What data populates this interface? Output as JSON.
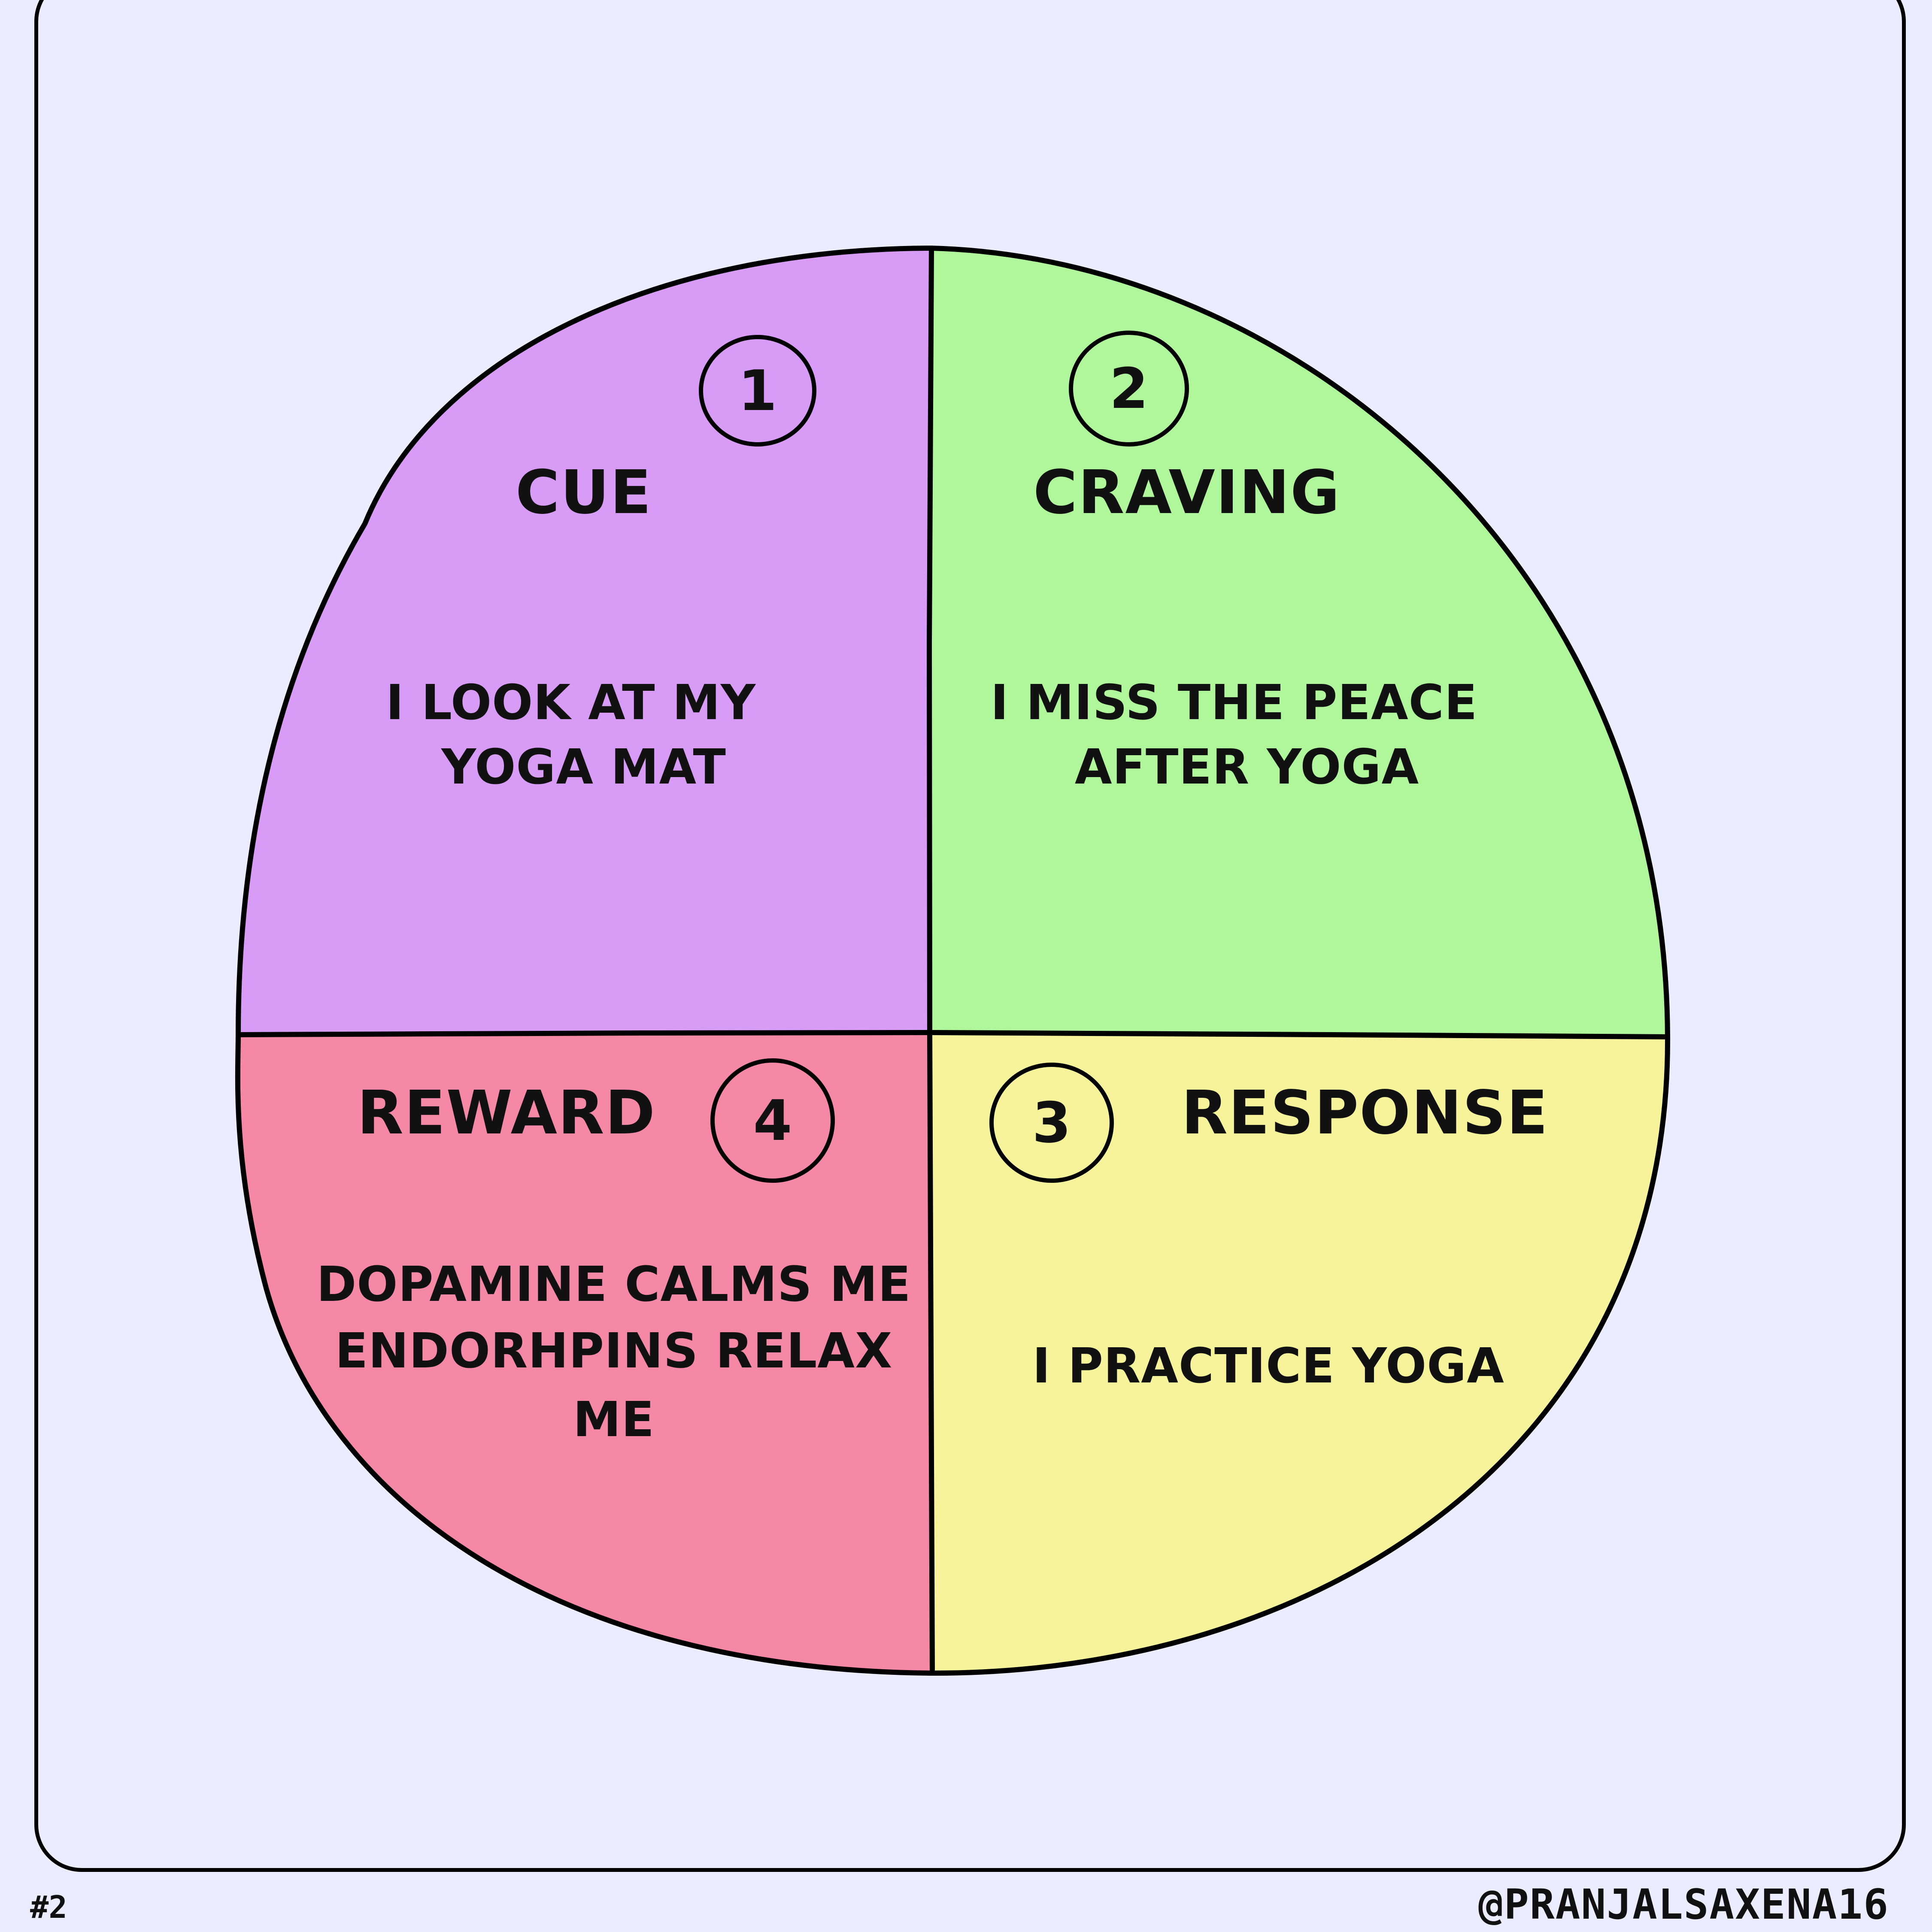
{
  "quadrants": {
    "cue": {
      "number": "1",
      "title": "CUE",
      "lines": [
        "I LOOK AT MY",
        "YOGA MAT"
      ],
      "color": "#d89cf6"
    },
    "craving": {
      "number": "2",
      "title": "CRAVING",
      "lines": [
        "I MISS THE PEACE",
        "AFTER YOGA"
      ],
      "color": "#b0f69b"
    },
    "response": {
      "number": "3",
      "title": "RESPONSE",
      "lines": [
        "I PRACTICE YOGA"
      ],
      "color": "#f6f39b"
    },
    "reward": {
      "number": "4",
      "title": "REWARD",
      "lines": [
        "DOPAMINE CALMS ME",
        "ENDORHPINS RELAX",
        "ME"
      ],
      "color": "#f488a5"
    }
  },
  "footer": {
    "page_number": "#2",
    "handle": "@PRANJALSAXENA16"
  }
}
